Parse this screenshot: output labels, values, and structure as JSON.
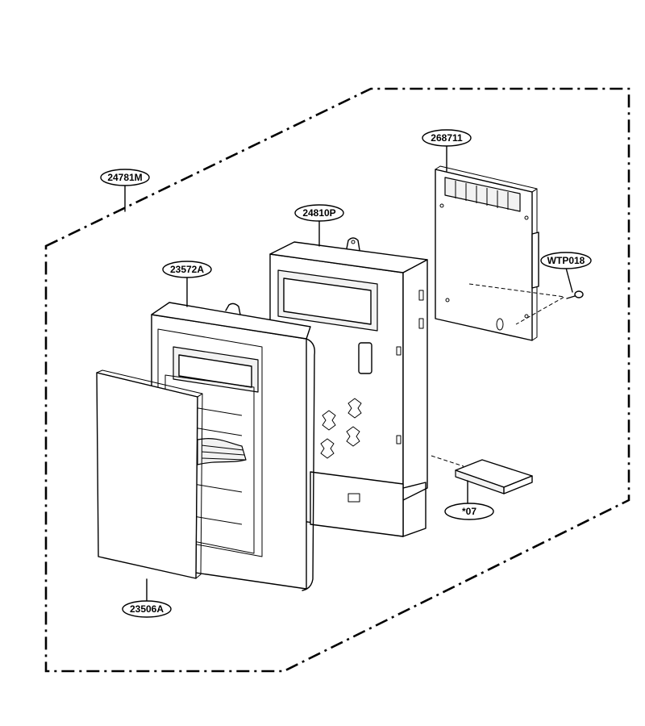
{
  "callouts": [
    {
      "id": "c-24781m",
      "label": "24781M"
    },
    {
      "id": "c-268711",
      "label": "268711"
    },
    {
      "id": "c-24810p",
      "label": "24810P"
    },
    {
      "id": "c-23572a",
      "label": "23572A"
    },
    {
      "id": "c-wtp018",
      "label": "WTP018"
    },
    {
      "id": "c-07",
      "label": "*07"
    },
    {
      "id": "c-23506a",
      "label": "23506A"
    }
  ]
}
